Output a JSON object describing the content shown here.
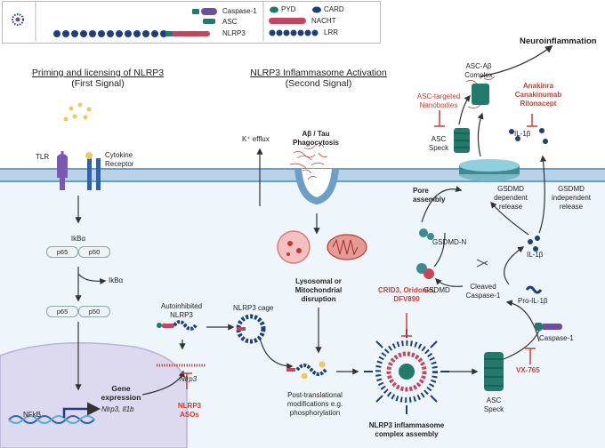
{
  "legend": {
    "caspase1": "Caspase-1",
    "asc": "ASC",
    "nlrp3": "NLRP3",
    "pyd": "PYD",
    "card": "CARD",
    "nacht": "NACHT",
    "lrr": "LRR"
  },
  "headers": {
    "priming_title": "Priming and licensing of NLRP3",
    "priming_sub": "(First Signal)",
    "activation_title": "NLRP3 Inflammasome Activation",
    "activation_sub": "(Second Signal)",
    "neuroinflammation": "Neuroinflammation"
  },
  "left": {
    "tlr": "TLR",
    "cytokine_receptor": "Cytokine\nReceptor",
    "ikba_top": "IkBα",
    "p65": "p65",
    "p50": "p50",
    "ikba_released": "IkBα",
    "p65_b": "p65",
    "p50_b": "p50",
    "nfkb": "NFkB",
    "gene_expression": "Gene\nexpression",
    "genes": "Nlrp3, Il1b",
    "autoinhibited": "Autoinhibited\nNLRP3",
    "nlrp3_mrna": "Nlrp3",
    "asos": "NLRP3\nASOs",
    "nlrp3_cage": "NLRP3 cage"
  },
  "middle": {
    "k_efflux": "K⁺ efflux",
    "phagocytosis": "Aβ / Tau\nPhagocytosis",
    "lyso": "Lysosomal or\nMitochondrial\ndisruption",
    "ptm": "Post-translational\nmodifications e.g.\nphosphorylation",
    "inhibitors": "CRID3, Oridonin,\nDFV890",
    "complex": "NLRP3 inflammasome\ncomplex assembly"
  },
  "right": {
    "asc_abeta": "ASC-Aβ\nComplex",
    "asc_nanobodies": "ASC-targeted\nNanobodies",
    "asc_speck_top": "ASC\nSpeck",
    "il1b_top": "IL-1β",
    "anti_il1": "Anakinra\nCanakinumab\nRilonacept",
    "pore": "Pore\nassembly",
    "gsdmd_dep": "GSDMD\ndependent\nrelease",
    "gsdmd_indep": "GSDMD\nindependent\nrelease",
    "gsdmd_n": "GSDMD-N",
    "gsdmd": "GSDMD",
    "cleaved_casp": "Cleaved\nCaspase-1",
    "il1b": "IL-1β",
    "pro_il1b": "Pro-IL-1β",
    "caspase1": "Caspase-1",
    "vx765": "VX-765",
    "asc_speck_bottom": "ASC\nSpeck"
  },
  "colors": {
    "membrane": "#b6d3ea",
    "cytoplasm": "#eef6fb",
    "nucleus": "#ddd9ee",
    "nlrp3": "#1d3f7a",
    "asc": "#217a6b",
    "caspase": "#6a4fa0",
    "inhibitor": "#d23a2f",
    "gsdmd": "#3d8c8c"
  }
}
